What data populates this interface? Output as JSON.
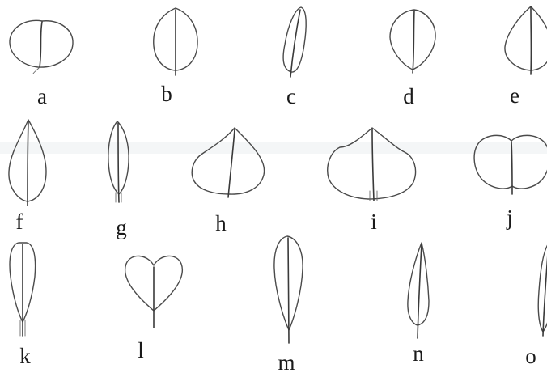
{
  "leaves": [
    {
      "id": "a",
      "label": "a",
      "shape": "round"
    },
    {
      "id": "b",
      "label": "b",
      "shape": "oval"
    },
    {
      "id": "c",
      "label": "c",
      "shape": "linear-oblong"
    },
    {
      "id": "d",
      "label": "d",
      "shape": "obovate"
    },
    {
      "id": "e",
      "label": "e",
      "shape": "ovate"
    },
    {
      "id": "f",
      "label": "f",
      "shape": "lanceolate-ovate"
    },
    {
      "id": "g",
      "label": "g",
      "shape": "elliptic-acute"
    },
    {
      "id": "h",
      "label": "h",
      "shape": "deltoid"
    },
    {
      "id": "i",
      "label": "i",
      "shape": "cordate-lobed"
    },
    {
      "id": "j",
      "label": "j",
      "shape": "bilobed"
    },
    {
      "id": "k",
      "label": "k",
      "shape": "spatulate"
    },
    {
      "id": "l",
      "label": "l",
      "shape": "obcordate"
    },
    {
      "id": "m",
      "label": "m",
      "shape": "oblanceolate"
    },
    {
      "id": "n",
      "label": "n",
      "shape": "lanceolate"
    },
    {
      "id": "o",
      "label": "o",
      "shape": "linear"
    }
  ]
}
